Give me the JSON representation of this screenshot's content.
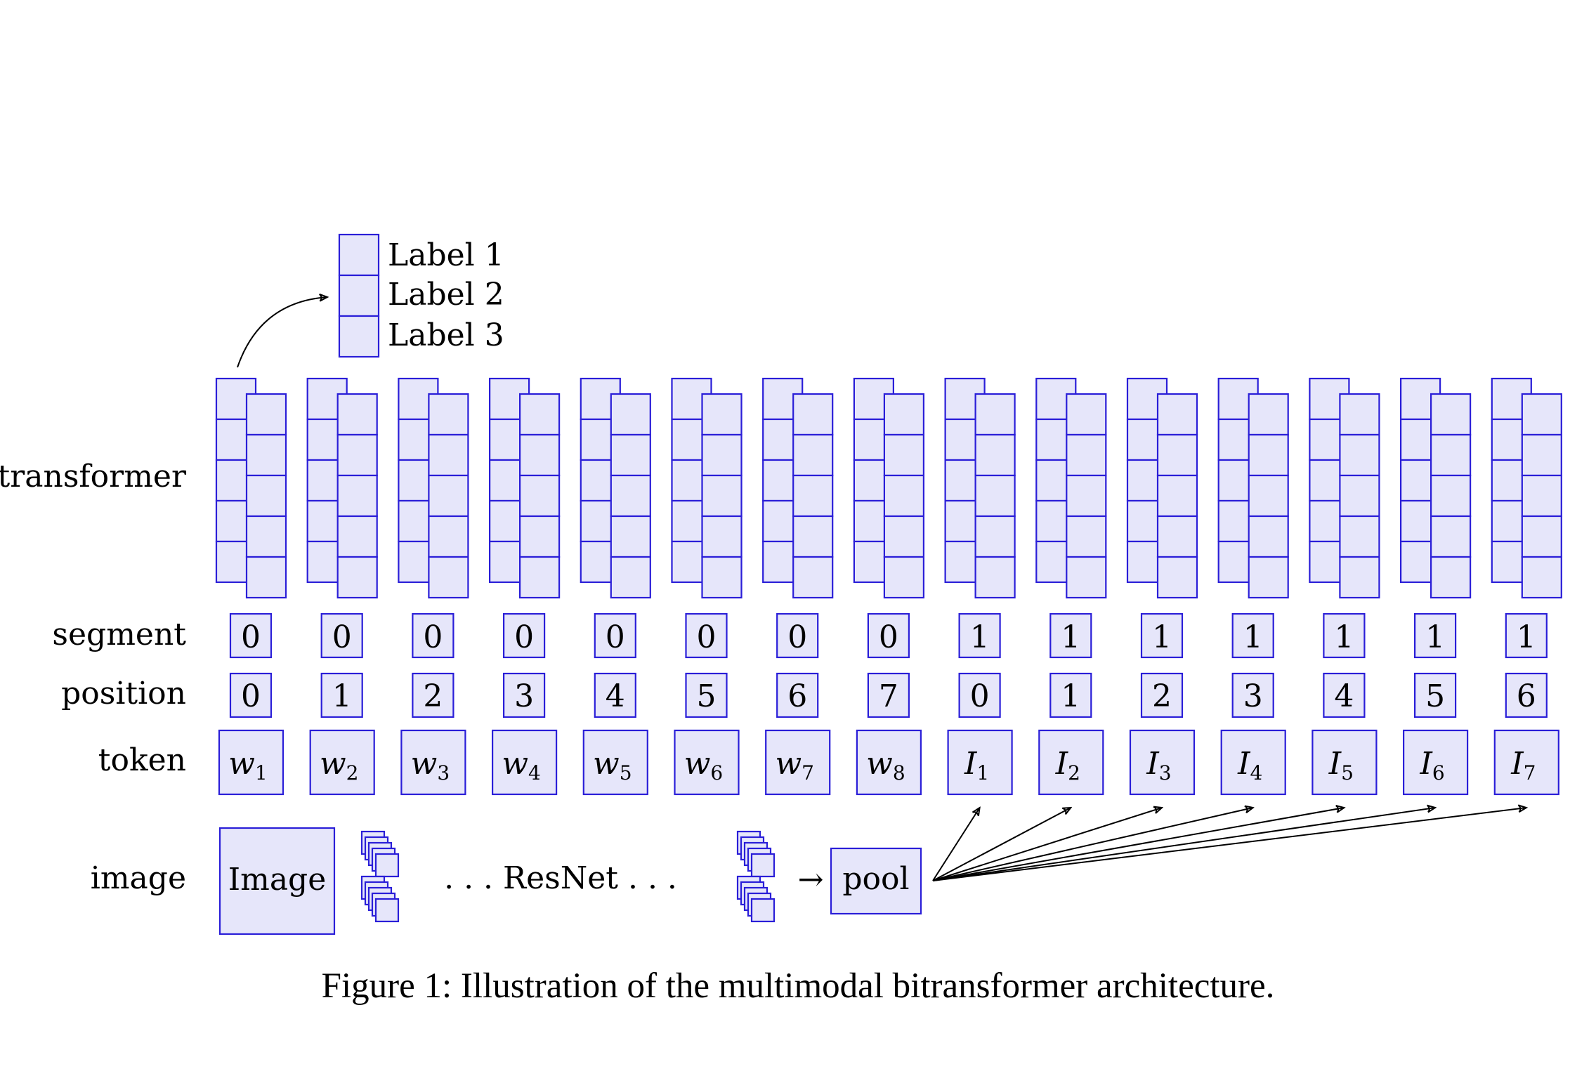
{
  "row_labels": {
    "transformer": "transformer",
    "segment": "segment",
    "position": "position",
    "token": "token",
    "image": "image"
  },
  "output_labels": [
    "Label 1",
    "Label 2",
    "Label 3"
  ],
  "columns": [
    {
      "segment": "0",
      "position": "0",
      "token": "w",
      "sub": "1"
    },
    {
      "segment": "0",
      "position": "1",
      "token": "w",
      "sub": "2"
    },
    {
      "segment": "0",
      "position": "2",
      "token": "w",
      "sub": "3"
    },
    {
      "segment": "0",
      "position": "3",
      "token": "w",
      "sub": "4"
    },
    {
      "segment": "0",
      "position": "4",
      "token": "w",
      "sub": "5"
    },
    {
      "segment": "0",
      "position": "5",
      "token": "w",
      "sub": "6"
    },
    {
      "segment": "0",
      "position": "6",
      "token": "w",
      "sub": "7"
    },
    {
      "segment": "0",
      "position": "7",
      "token": "w",
      "sub": "8"
    },
    {
      "segment": "1",
      "position": "0",
      "token": "I",
      "sub": "1"
    },
    {
      "segment": "1",
      "position": "1",
      "token": "I",
      "sub": "2"
    },
    {
      "segment": "1",
      "position": "2",
      "token": "I",
      "sub": "3"
    },
    {
      "segment": "1",
      "position": "3",
      "token": "I",
      "sub": "4"
    },
    {
      "segment": "1",
      "position": "4",
      "token": "I",
      "sub": "5"
    },
    {
      "segment": "1",
      "position": "5",
      "token": "I",
      "sub": "6"
    },
    {
      "segment": "1",
      "position": "6",
      "token": "I",
      "sub": "7"
    }
  ],
  "image_row": {
    "image_box": "Image",
    "resnet": ". . . ResNet . . .",
    "arrow": "→",
    "pool": "pool"
  },
  "caption": "Figure 1: Illustration of the multimodal bitransformer architecture.",
  "colors": {
    "box_fill": "#e6e6fa",
    "box_stroke": "#2a1ed8"
  }
}
